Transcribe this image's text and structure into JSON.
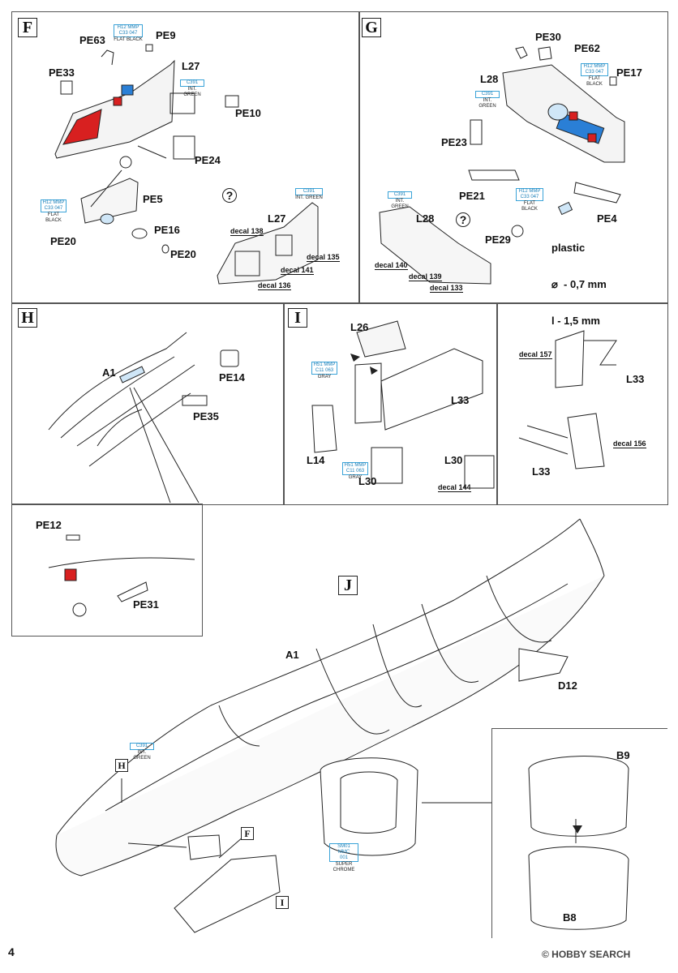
{
  "steps": {
    "F": "F",
    "G": "G",
    "H": "H",
    "I": "I",
    "J": "J"
  },
  "labels": {
    "F": {
      "pe63": "PE63",
      "pe9": "PE9",
      "pe33": "PE33",
      "l27": "L27",
      "pe10": "PE10",
      "pe24": "PE24",
      "pe5": "PE5",
      "pe20a": "PE20",
      "pe16": "PE16",
      "pe20b": "PE20",
      "l27b": "L27",
      "q": "?"
    },
    "G": {
      "pe30": "PE30",
      "pe62": "PE62",
      "pe17": "PE17",
      "l28": "L28",
      "pe23": "PE23",
      "pe21": "PE21",
      "pe4": "PE4",
      "pe29": "PE29",
      "l28b": "L28",
      "q": "?"
    },
    "H": {
      "a1": "A1",
      "pe14": "PE14",
      "pe35": "PE35",
      "pe12": "PE12",
      "pe31": "PE31"
    },
    "I": {
      "l26": "L26",
      "l33": "L33",
      "l14": "L14",
      "l30": "L30",
      "l30b": "L30",
      "l33b": "L33",
      "l33c": "L33"
    },
    "J": {
      "a1": "A1",
      "d12": "D12",
      "b9": "B9",
      "b8": "B8"
    }
  },
  "decals": {
    "d138": "decal 138",
    "d135": "decal 135",
    "d141": "decal 141",
    "d136": "decal 136",
    "d140": "decal 140",
    "d139": "decal 139",
    "d133": "decal 133",
    "d144": "decal 144",
    "d157": "decal 157",
    "d156": "decal 156"
  },
  "paints": {
    "c391": {
      "code": "C391",
      "name": "INT. GREEN"
    },
    "flatblack": {
      "code1": "H12  MMP",
      "code2": "C33  047",
      "name": "FLAT BLACK"
    },
    "gray": {
      "code1": "H51  MMP",
      "code2": "C11  063",
      "name": "GRAY"
    },
    "chrome": {
      "code1": "SM01",
      "code2": "MMC",
      "code3": "001",
      "name": "SUPER CHROME"
    }
  },
  "plastic_note": {
    "title": "plastic",
    "dia": "⌀  - 0,7 mm",
    "len": "l - 1,5 mm"
  },
  "page_number": "4",
  "footer": "© HOBBY SEARCH"
}
